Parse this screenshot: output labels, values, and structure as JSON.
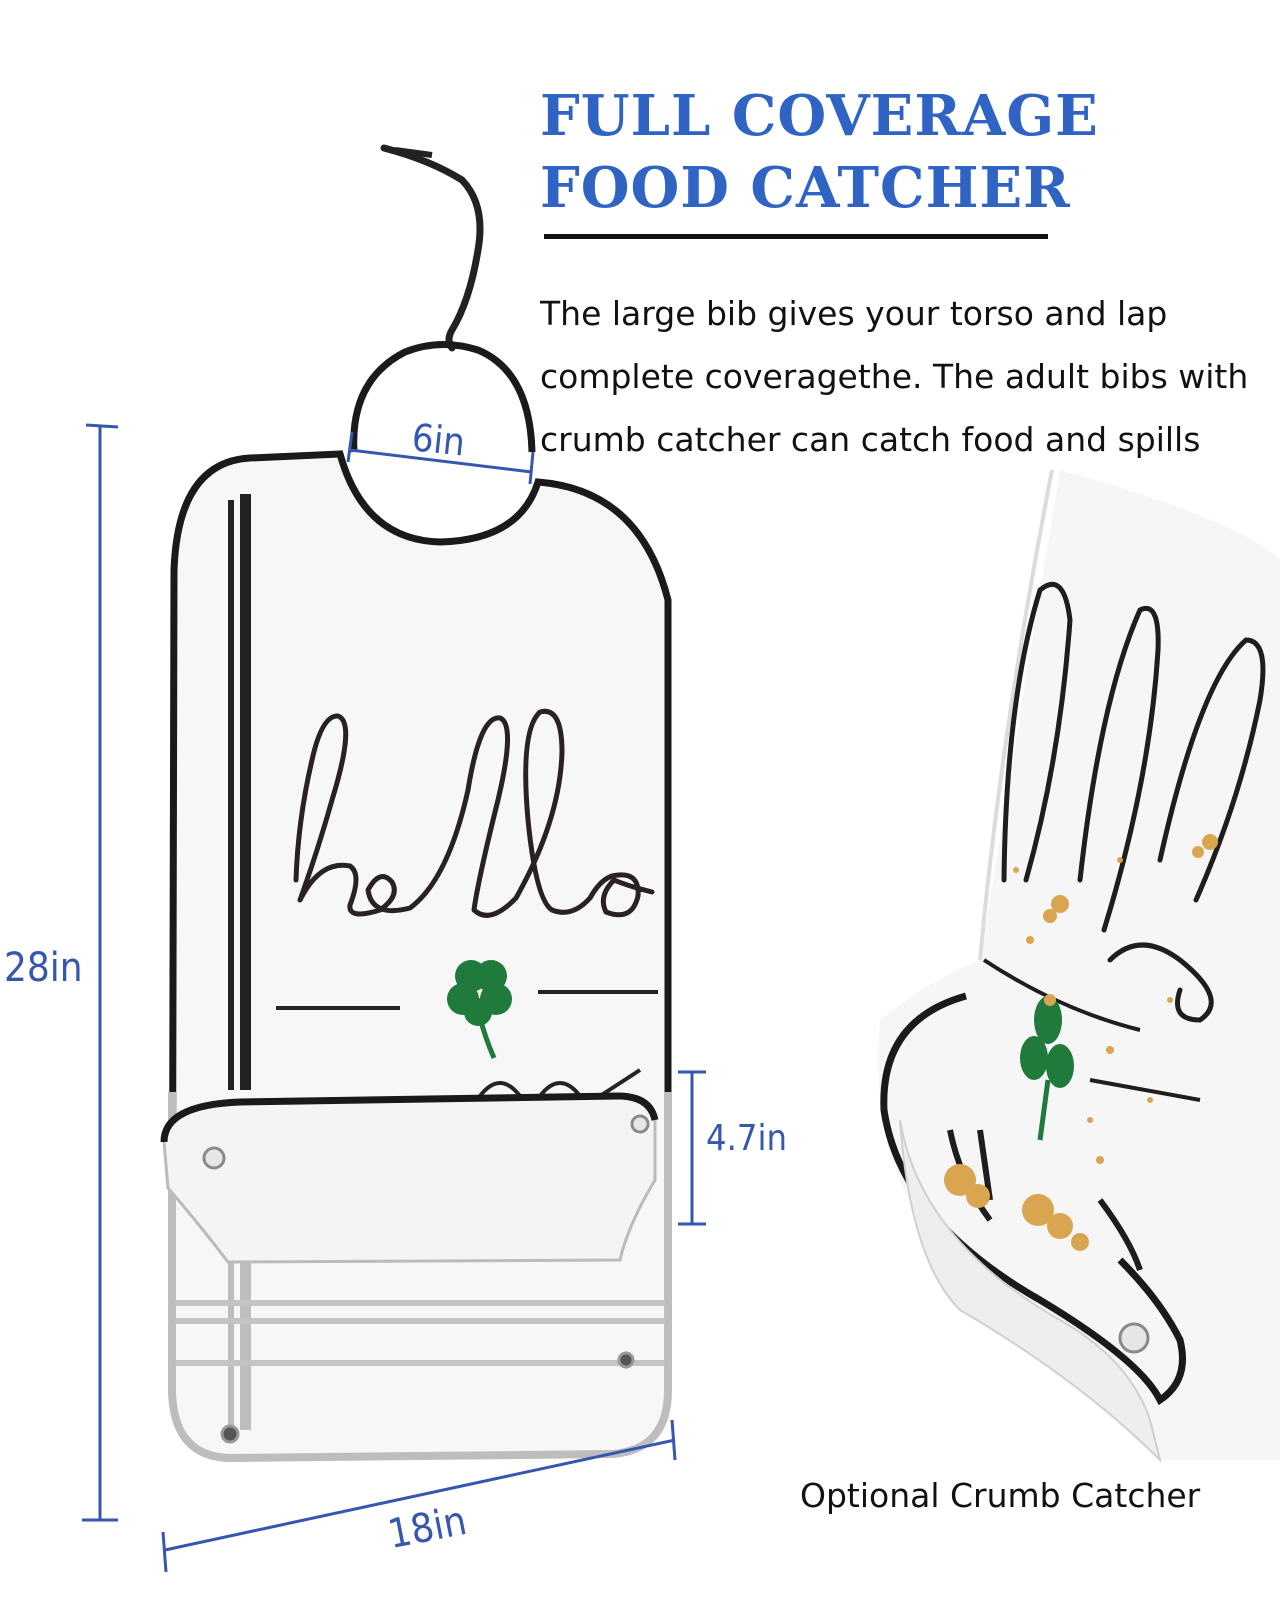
{
  "headline": {
    "line1": "FULL COVERAGE",
    "line2": "FOOD CATCHER"
  },
  "description": {
    "line1": "The large bib gives your torso and lap",
    "line2": "complete coveragethe. The adult bibs with",
    "line3": "crumb catcher can catch food and spills"
  },
  "dimensions": {
    "height": "28in",
    "neck": "6in",
    "pocket": "4.7in",
    "width": "18in"
  },
  "caption": "Optional Crumb Catcher",
  "colors": {
    "accent_blue": "#2f63c4",
    "dimension_blue": "#3557b0",
    "shamrock_green": "#1f7a3c",
    "trim_black": "#1a1a1a"
  },
  "icons": {
    "shamrock": "shamrock-icon",
    "snap": "snap-button-icon"
  }
}
